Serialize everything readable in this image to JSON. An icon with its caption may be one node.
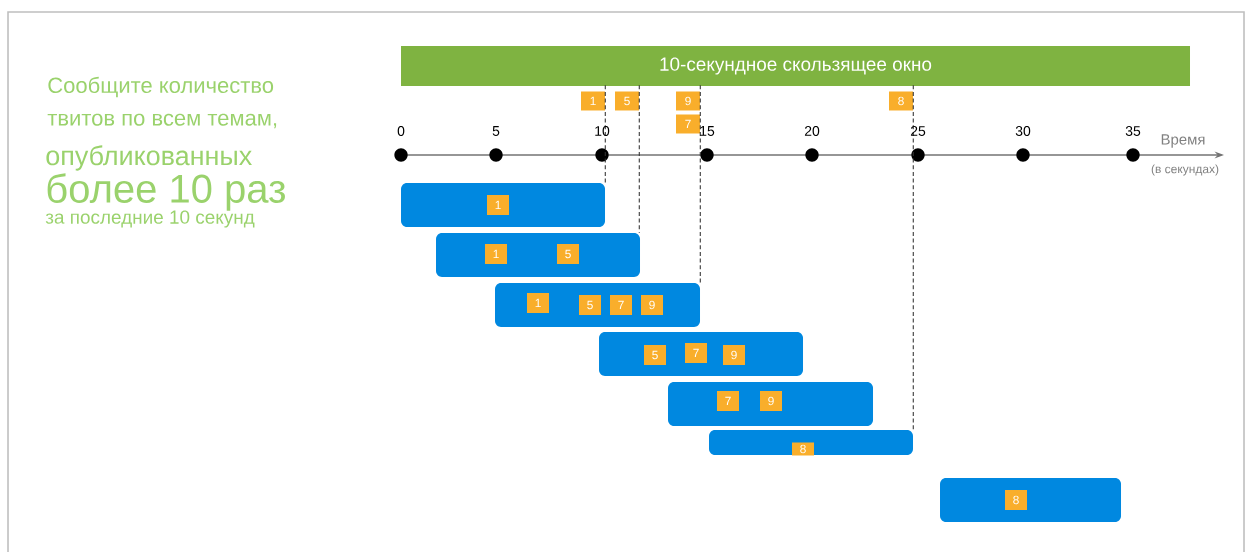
{
  "diagram": {
    "nodes": [
      {
        "text": [
          "10-секундное скользящее окно"
        ]
      },
      {
        "text": [
          "1"
        ]
      },
      {
        "text": [
          "5"
        ]
      },
      {
        "text": [
          "9"
        ]
      },
      {
        "text": [
          "7"
        ]
      },
      {
        "text": [
          "8"
        ]
      },
      {
        "text": [],
        "shape": "bar"
      },
      {
        "text": [
          "1"
        ],
        "in": 6
      },
      {
        "text": [],
        "shape": "bar"
      },
      {
        "text": [
          "1"
        ],
        "in": 8
      },
      {
        "text": [
          "5"
        ],
        "in": 8
      },
      {
        "text": [],
        "shape": "bar"
      },
      {
        "text": [
          "1"
        ],
        "in": 11
      },
      {
        "text": [
          "5"
        ],
        "in": 11
      },
      {
        "text": [
          "7"
        ],
        "in": 11
      },
      {
        "text": [
          "9"
        ],
        "in": 11
      },
      {
        "text": [],
        "shape": "bar"
      },
      {
        "text": [
          "5"
        ],
        "in": 16
      },
      {
        "text": [
          "7"
        ],
        "in": 16
      },
      {
        "text": [
          "9"
        ],
        "in": 16
      },
      {
        "text": [],
        "shape": "bar"
      },
      {
        "text": [
          "7"
        ],
        "in": 20
      },
      {
        "text": [
          "9"
        ],
        "in": 20
      },
      {
        "text": [],
        "shape": "bar"
      },
      {
        "text": [
          "8"
        ],
        "in": 23
      },
      {
        "text": [],
        "shape": "bar"
      },
      {
        "text": [
          "8"
        ],
        "in": 25
      }
    ],
    "edges": [
      {
        "from": 1,
        "to": 6,
        "arrow": "none",
        "style": "dashed"
      },
      {
        "from": 2,
        "to": 8,
        "arrow": "none",
        "style": "dashed"
      },
      {
        "from": 3,
        "to": 11,
        "arrow": "none",
        "style": "dashed"
      },
      {
        "from": 5,
        "to": 23,
        "arrow": "none",
        "style": "dashed"
      }
    ],
    "labels": [
      "Сообщите количество",
      "твитов по всем темам,",
      "опубликованных",
      "более 10 раз",
      "за последние 10 секунд",
      "0",
      "5",
      "10",
      "15",
      "20",
      "25",
      "30",
      "35",
      "Время",
      "(в секундах)"
    ]
  }
}
